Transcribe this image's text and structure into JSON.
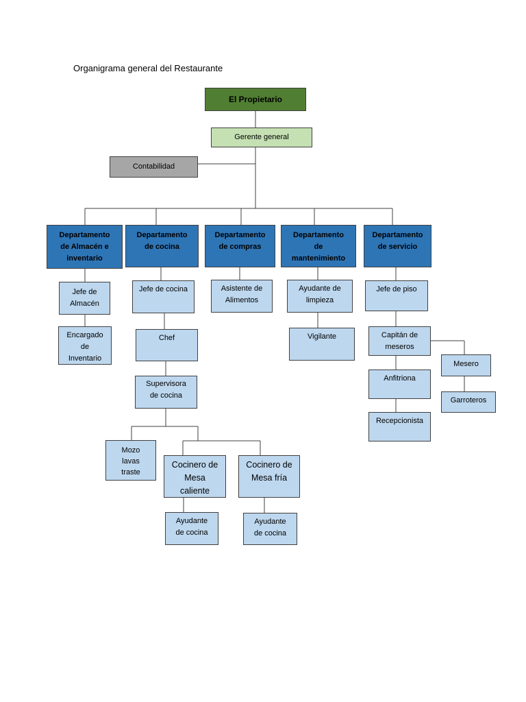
{
  "title": "Organigrama general del Restaurante",
  "colors": {
    "owner": "#507e32",
    "manager": "#c5e0b3",
    "accounting": "#a6a6a6",
    "department": "#2e75b6",
    "position": "#bdd7ee",
    "connector": "#3f3f3f"
  },
  "nodes": {
    "propietario": "El Propietario",
    "gerente": "Gerente general",
    "contabilidad": "Contabilidad",
    "dept_almacen": "Departamento\nde Almacén e\ninventario",
    "dept_cocina": "Departamento\nde cocina",
    "dept_compras": "Departamento\nde compras",
    "dept_mantenimiento": "Departamento\nde\nmantenimiento",
    "dept_servicio": "Departamento\nde servicio",
    "jefe_almacen": "Jefe de\nAlmacén",
    "encargado_inventario": "Encargado\nde\nInventario",
    "jefe_cocina": "Jefe de cocina",
    "chef": "Chef",
    "supervisora": "Supervisora\nde cocina",
    "mozo": "Mozo\nlavas\ntraste",
    "cocinero_caliente": "Cocinero de\nMesa\ncaliente",
    "cocinero_fria": "Cocinero de\nMesa fría",
    "ayudante_cocina_1": "Ayudante\nde cocina",
    "ayudante_cocina_2": "Ayudante\nde cocina",
    "asistente_alimentos": "Asistente de\nAlimentos",
    "ayudante_limpieza": "Ayudante de\nlimpieza",
    "vigilante": "Vigilante",
    "jefe_piso": "Jefe de piso",
    "capitan_meseros": "Capitán de\nmeseros",
    "anfitriona": "Anfitriona",
    "recepcionista": "Recepcionista",
    "mesero": "Mesero",
    "garroteros": "Garroteros"
  }
}
